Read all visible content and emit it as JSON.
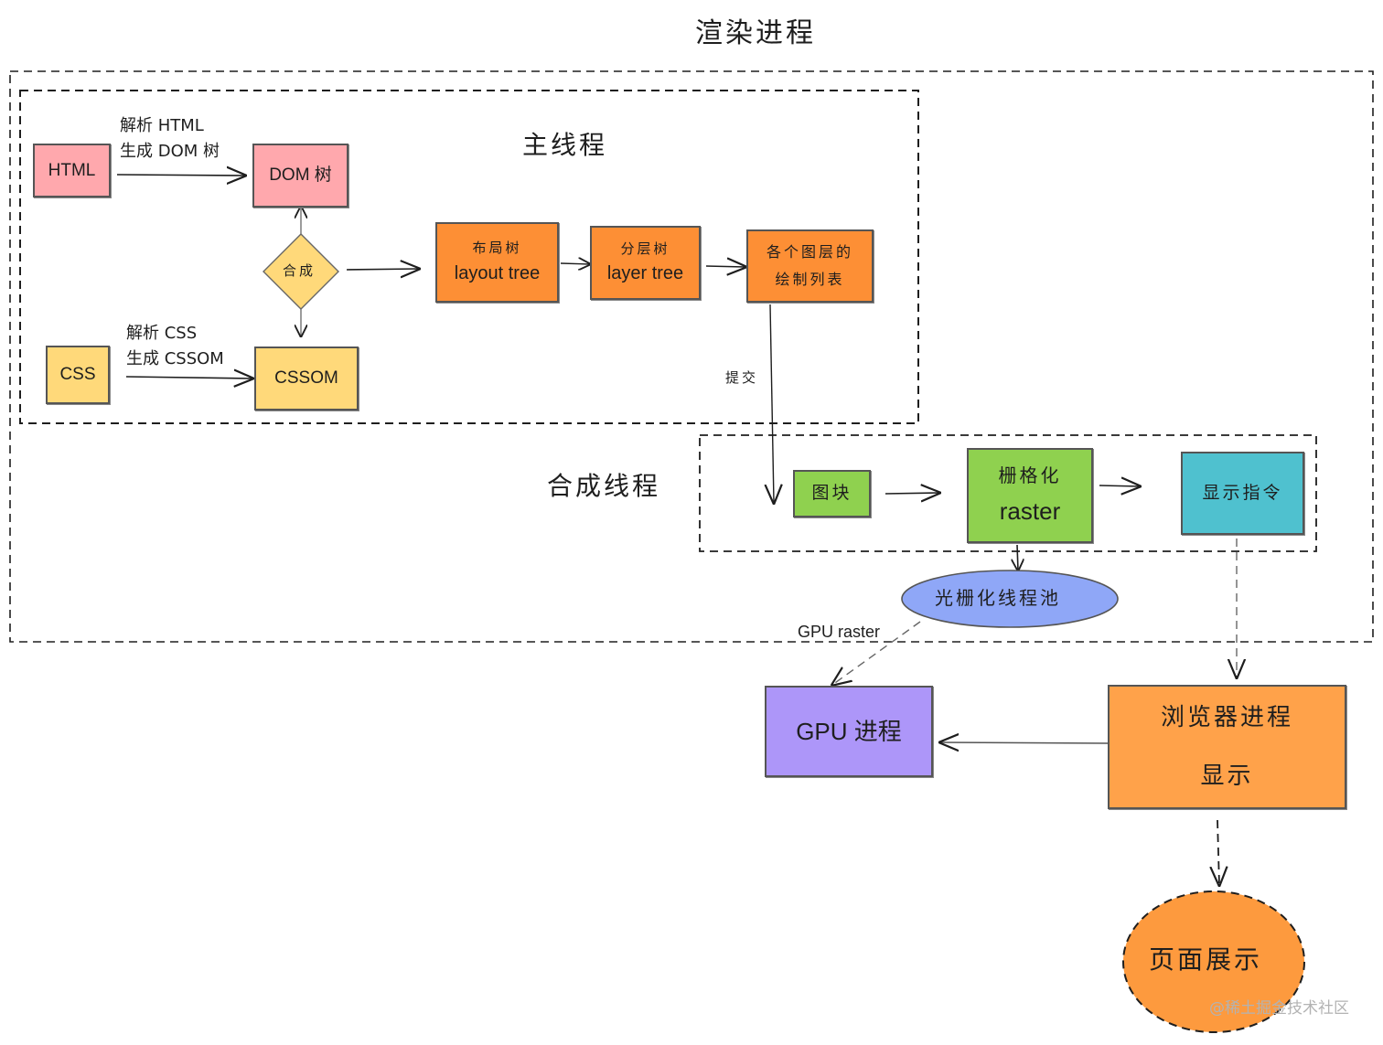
{
  "title": "渲染进程",
  "main_thread": {
    "label": "主线程",
    "html": "HTML",
    "css": "CSS",
    "dom": "DOM 树",
    "cssom": "CSSOM",
    "parse_html": [
      "解析 HTML",
      "生成 DOM 树"
    ],
    "parse_css": [
      "解析 CSS",
      "生成 CSSOM"
    ],
    "combine": "合成",
    "layout_tree": [
      "布局树",
      "layout tree"
    ],
    "layer_tree": [
      "分层树",
      "layer tree"
    ],
    "paint_list": [
      "各个图层的",
      "绘制列表"
    ],
    "commit": "提交"
  },
  "compositor_thread": {
    "label": "合成线程",
    "tiles": "图块",
    "raster": [
      "栅格化",
      "raster"
    ],
    "draw_quads": "显示指令"
  },
  "raster_pool": "光栅化线程池",
  "gpu_raster": "GPU raster",
  "gpu_process": "GPU 进程",
  "browser_process": [
    "浏览器进程",
    "显示"
  ],
  "page_display": "页面展示",
  "watermark": "@稀土掘金技术社区",
  "colors": {
    "pink": "#ffa8ad",
    "yellow": "#ffd97a",
    "orange": "#fd8f35",
    "green": "#8fd14f",
    "teal": "#4fc1cf",
    "blue": "#8fa7f7",
    "purple": "#ad96f9",
    "light_orange": "#ffa24a"
  }
}
